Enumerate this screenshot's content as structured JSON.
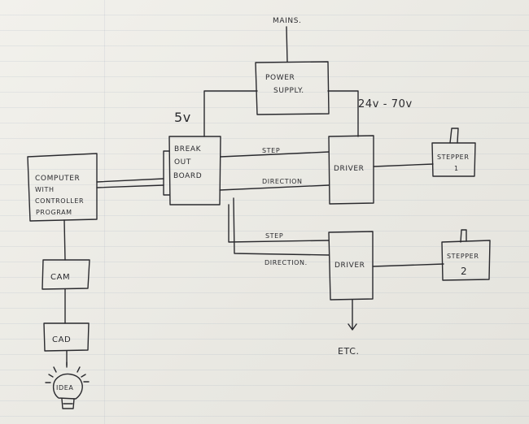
{
  "labels": {
    "mains": "MAINS.",
    "power_supply_1": "POWER",
    "power_supply_2": "SUPPLY.",
    "voltage_5v": "5v",
    "voltage_high": "24v - 70v",
    "breakout_1": "BREAK",
    "breakout_2": "OUT",
    "breakout_3": "BOARD",
    "computer_1": "COMPUTER",
    "computer_2": "WITH",
    "computer_3": "CONTROLLER",
    "computer_4": "PROGRAM",
    "cam": "CAM",
    "cad": "CAD",
    "idea": "IDEA",
    "step_1": "STEP",
    "direction_1": "DIRECTION",
    "step_2": "STEP",
    "direction_2": "DIRECTION.",
    "driver_1": "DRIVER",
    "driver_2": "DRIVER",
    "stepper_1a": "STEPPER",
    "stepper_1b": "1",
    "stepper_2a": "STEPPER",
    "stepper_2b": "2",
    "etc": "ETC."
  },
  "colors": {
    "ink": "#2a2a2e",
    "paper": "#eeede8"
  }
}
